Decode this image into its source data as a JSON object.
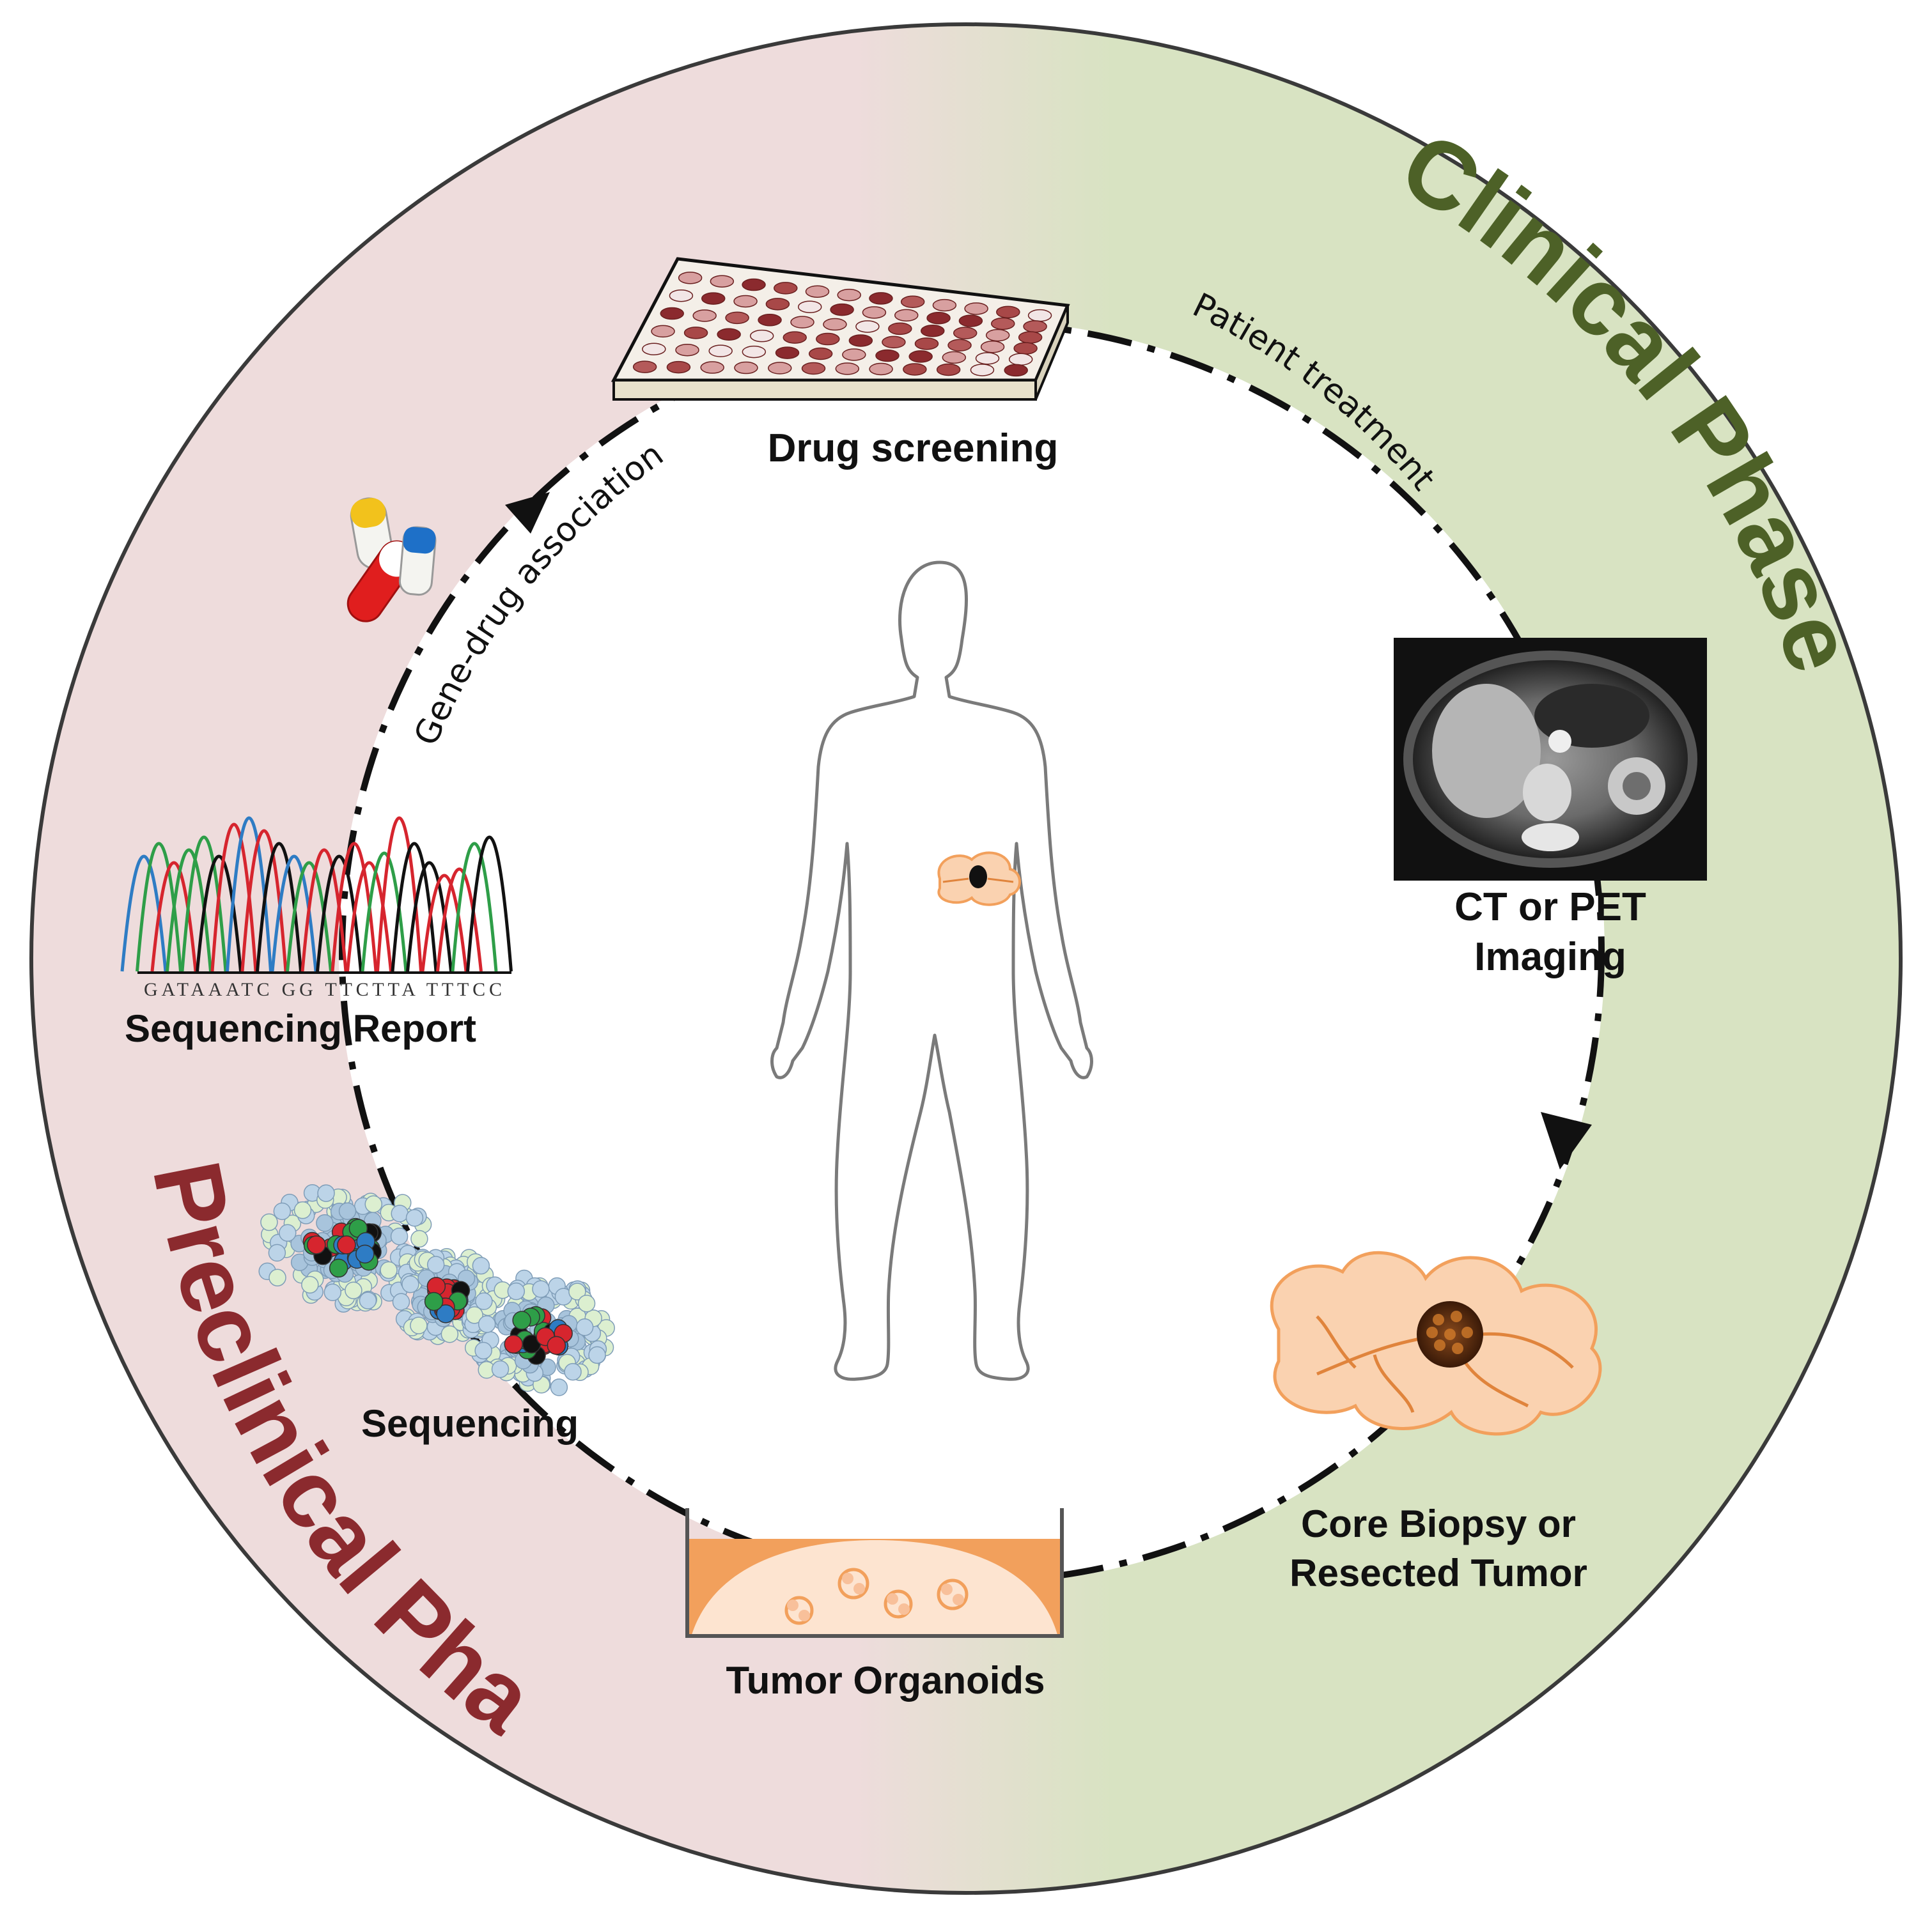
{
  "phases": {
    "clinical": "Clinical Phase",
    "preclinical": "Preclinical Phase"
  },
  "arrow_labels": {
    "patient_treatment": "Patient treatment",
    "gene_drug": "Gene-drug associations"
  },
  "nodes": {
    "drug_screening": "Drug screening",
    "ct_pet_line1": "CT or PET",
    "ct_pet_line2": "Imaging",
    "biopsy_line1": "Core Biopsy or",
    "biopsy_line2": "Resected Tumor",
    "organoids": "Tumor Organoids",
    "sequencing": "Sequencing",
    "sequencing_report": "Sequencing Report",
    "sequence_letters": "GATAAATC GG TTCTTA TTTCC"
  },
  "colors": {
    "preclinical_bg": "#eedcdc",
    "clinical_bg": "#d8e3c2",
    "clinical_text": "#4d6127",
    "preclinical_text": "#8b2a2e",
    "organoid_orange": "#f2a05c",
    "dna_blue": "#2e7cc4",
    "dna_green": "#2e9e48",
    "dna_red": "#d6252e",
    "dna_black": "#111111"
  },
  "icons": {
    "drug_plate": "well-plate-icon",
    "pills": "pill-capsules-icon",
    "ct_scan": "ct-scan-image",
    "body": "human-body-outline",
    "biopsy": "tumor-tissue-icon",
    "organoid_dish": "culture-dish-icon",
    "sequencing_cells": "cell-cluster-icon",
    "chromatogram": "dna-chromatogram-icon"
  }
}
